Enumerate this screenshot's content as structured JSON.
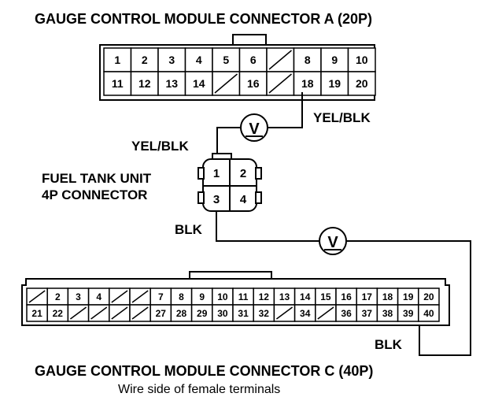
{
  "connector_a": {
    "title": "GAUGE CONTROL MODULE CONNECTOR A (20P)",
    "row1": [
      "1",
      "2",
      "3",
      "4",
      "5",
      "6",
      "",
      "8",
      "9",
      "10"
    ],
    "row2": [
      "11",
      "12",
      "13",
      "14",
      "",
      "16",
      "",
      "18",
      "19",
      "20"
    ]
  },
  "connector_c": {
    "title": "GAUGE CONTROL MODULE CONNECTOR C (40P)",
    "subtitle": "Wire side of female terminals",
    "row1": [
      "",
      "2",
      "3",
      "4",
      "",
      "",
      "7",
      "8",
      "9",
      "10",
      "11",
      "12",
      "13",
      "14",
      "15",
      "16",
      "17",
      "18",
      "19",
      "20"
    ],
    "row2": [
      "21",
      "22",
      "",
      "",
      "",
      "",
      "27",
      "28",
      "29",
      "30",
      "31",
      "32",
      "",
      "34",
      "",
      "36",
      "37",
      "38",
      "39",
      "40"
    ]
  },
  "fuel_tank": {
    "label_line1": "FUEL TANK UNIT",
    "label_line2": "4P CONNECTOR",
    "pins": [
      "1",
      "2",
      "3",
      "4"
    ]
  },
  "wires": {
    "yel_blk_right": "YEL/BLK",
    "yel_blk_left": "YEL/BLK",
    "blk_left": "BLK",
    "blk_right": "BLK"
  },
  "meter_symbol": "V"
}
